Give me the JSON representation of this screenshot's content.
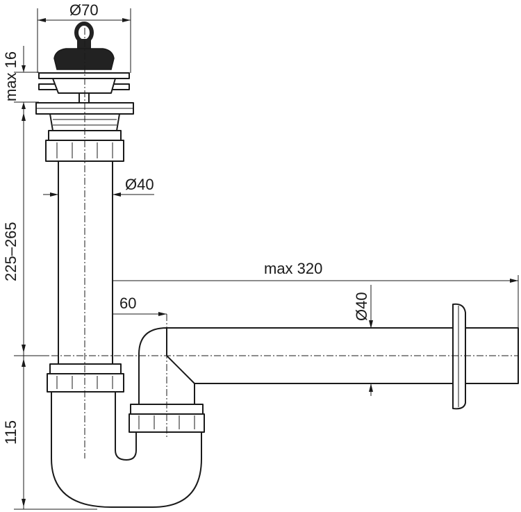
{
  "dimensions": {
    "top_diameter": "Ø70",
    "max_height_strainer": "max 16",
    "vertical_length": "225–265",
    "pipe_diameter_vertical": "Ø40",
    "max_horizontal": "max 320",
    "offset": "60",
    "pipe_diameter_horizontal": "Ø40",
    "trap_height": "115"
  },
  "colors": {
    "line": "#1a1a1a",
    "plug": "#222222",
    "background": "#ffffff"
  }
}
